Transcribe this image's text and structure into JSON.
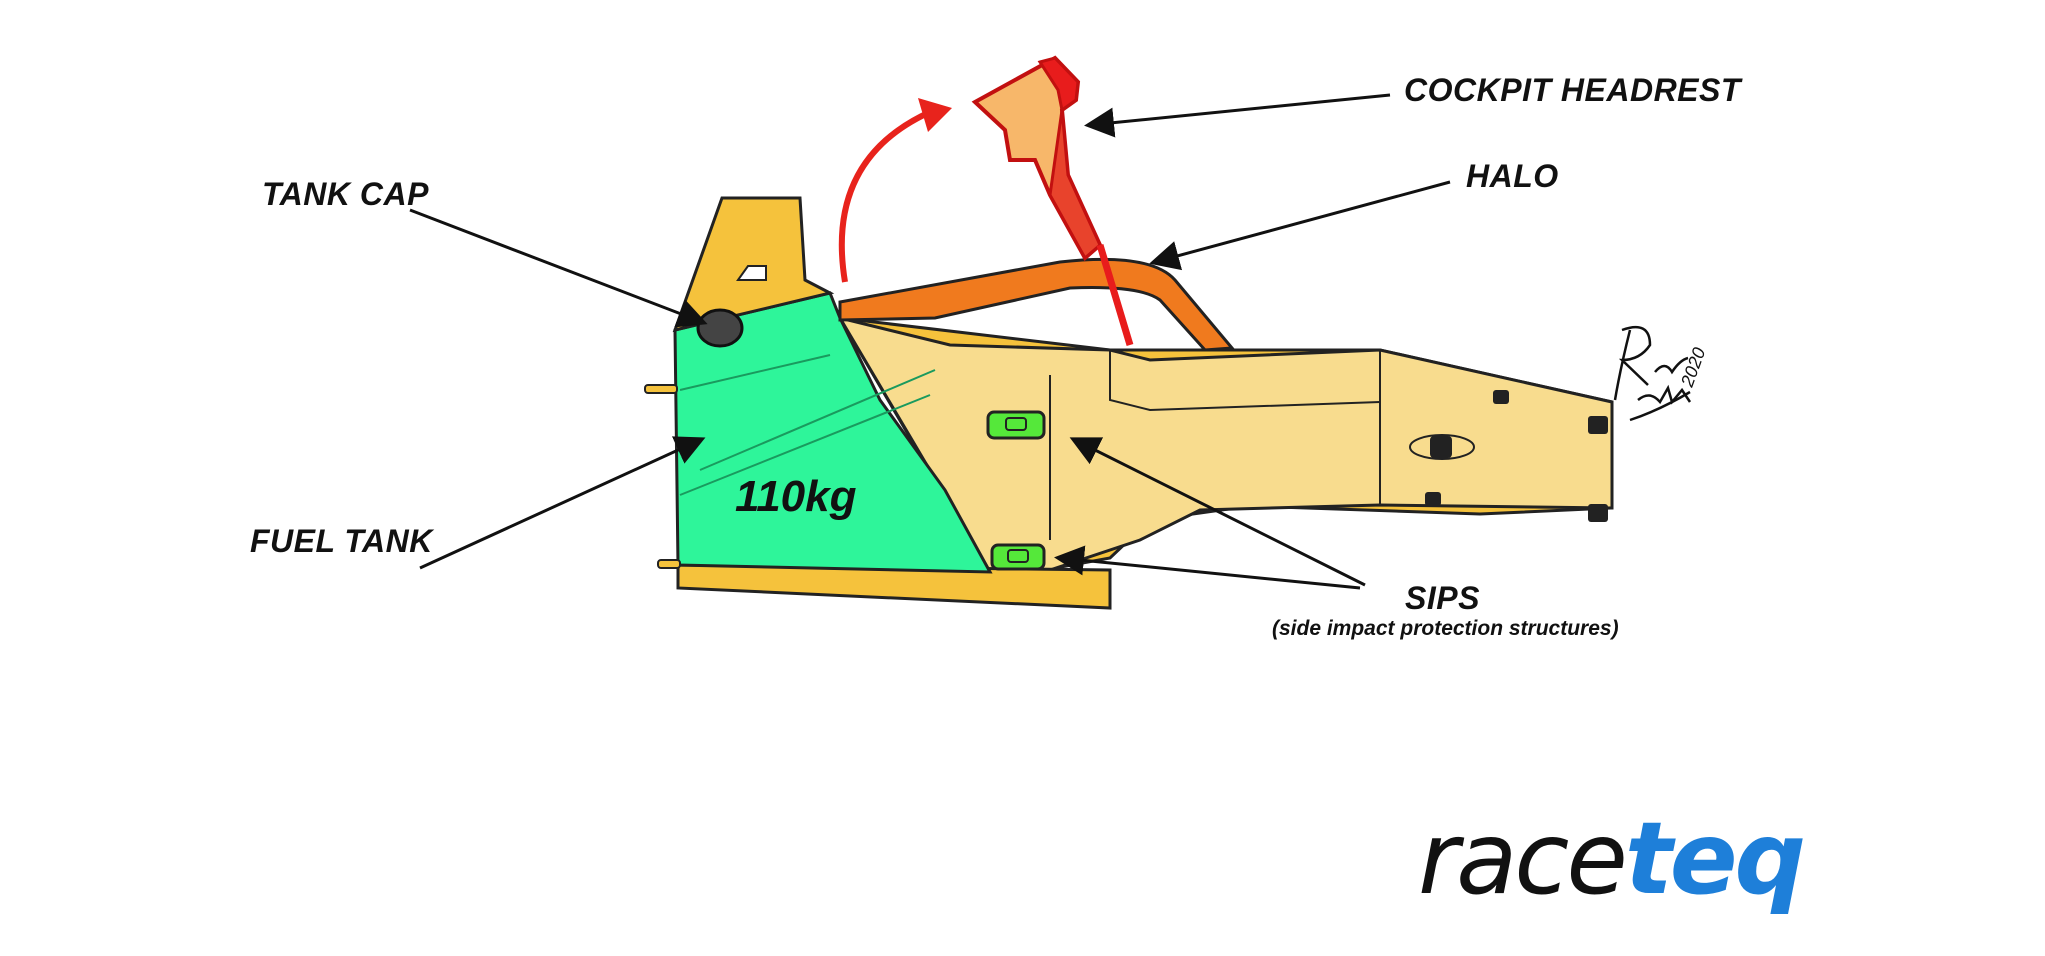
{
  "labels": {
    "cockpit_headrest": "COCKPIT HEADREST",
    "halo": "HALO",
    "tank_cap": "TANK CAP",
    "fuel_tank": "FUEL TANK",
    "weight": "110kg",
    "sips": "SIPS",
    "sips_sub": "(side impact protection structures)"
  },
  "signature": {
    "year": "2020"
  },
  "logo": {
    "part1": "race",
    "part2": "teq",
    "accent_color": "#1e7fd9"
  },
  "colors": {
    "fuel_tank": "#2ef59a",
    "chassis": "#f5c23c",
    "chassis_light": "#f8dc8e",
    "halo": "#f07a1e",
    "headrest": "#f7b76a",
    "headrest_red": "#e81c1c",
    "sips": "#55e83a",
    "rotate_arrow": "#e8231c"
  }
}
